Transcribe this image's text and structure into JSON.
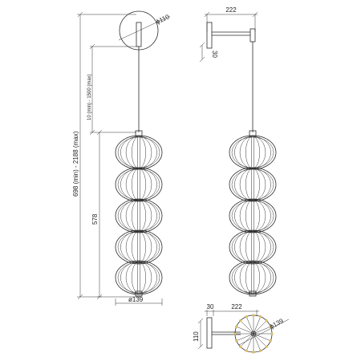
{
  "dimensions": {
    "canopy_diameter": "ϕ110",
    "canopy_depth": "30",
    "arm_length_top": "222",
    "arm_length_bottom": "222",
    "depth_bottom": "30",
    "canopy_height_bottom": "110",
    "cable_length": "10 (min) - 1500 (max)",
    "total_height": "698 (min) - 2188 (max)",
    "body_height": "578",
    "body_diameter": "ø139",
    "shade_diameter_bottom": "ϕ139"
  },
  "colors": {
    "line": "#2a2a2a",
    "background": "#ffffff"
  }
}
